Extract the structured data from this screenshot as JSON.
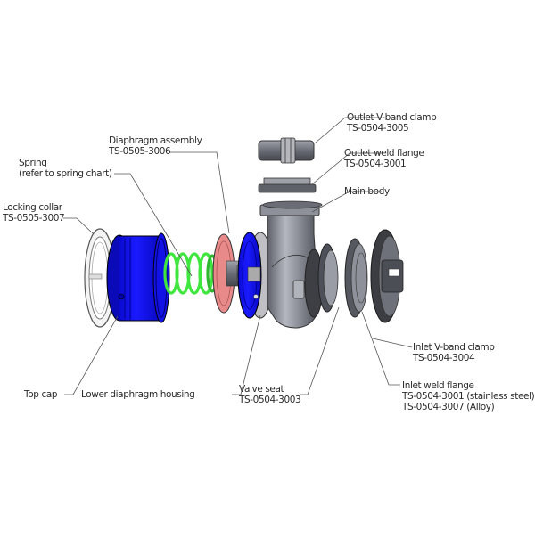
{
  "diagram": {
    "type": "exploded-view",
    "subject": "Wastegate valve assembly",
    "colors": {
      "top_cap": "#1010ee",
      "lower_housing": "#1212e6",
      "spring": "#3ee63e",
      "diaphragm": "#e88a8a",
      "metal": "#8a8d96",
      "collar": "#e6e6e6",
      "leader_line": "#555555"
    },
    "callouts": [
      {
        "id": "outlet-vband-clamp",
        "name": "Outlet V-band clamp",
        "part_no": "TS-0504-3005",
        "extra": ""
      },
      {
        "id": "outlet-weld-flange",
        "name": "Outlet weld flange",
        "part_no": "TS-0504-3001",
        "extra": ""
      },
      {
        "id": "main-body",
        "name": "Main body",
        "part_no": "",
        "extra": ""
      },
      {
        "id": "diaphragm-assembly",
        "name": "Diaphragm assembly",
        "part_no": "TS-0505-3006",
        "extra": ""
      },
      {
        "id": "spring",
        "name": "Spring",
        "part_no": "(refer to spring chart)",
        "extra": ""
      },
      {
        "id": "locking-collar",
        "name": "Locking collar",
        "part_no": "TS-0505-3007",
        "extra": ""
      },
      {
        "id": "inlet-vband-clamp",
        "name": "Inlet V-band clamp",
        "part_no": "TS-0504-3004",
        "extra": ""
      },
      {
        "id": "top-cap",
        "name": "Top cap",
        "part_no": "",
        "extra": ""
      },
      {
        "id": "lower-diaphragm-housing",
        "name": "Lower diaphragm housing",
        "part_no": "",
        "extra": ""
      },
      {
        "id": "valve-seat",
        "name": "Valve seat",
        "part_no": "TS-0504-3003",
        "extra": ""
      },
      {
        "id": "inlet-weld-flange",
        "name": "Inlet weld flange",
        "part_no": "TS-0504-3001 (stainless steel)",
        "extra": "TS-0504-3007 (Alloy)"
      }
    ]
  }
}
